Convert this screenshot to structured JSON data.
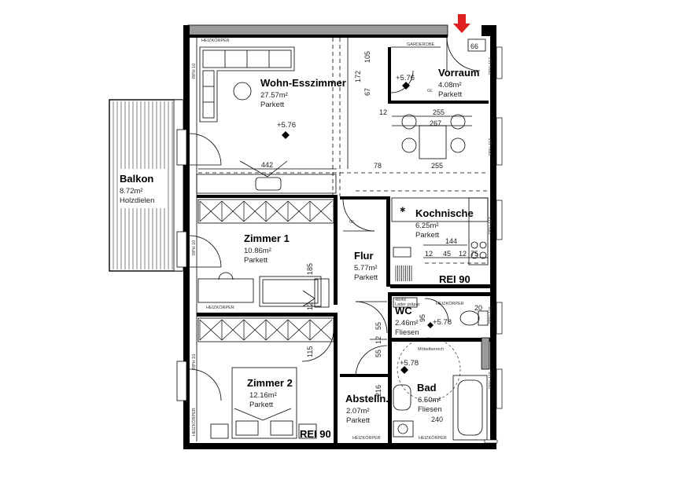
{
  "entrance_marker_color": "#e02020",
  "rooms": {
    "wohn": {
      "name": "Wohn-Esszimmer",
      "area": "27.57m²",
      "floor": "Parkett",
      "level": "+5.76"
    },
    "vorraum": {
      "name": "Vorraum",
      "area": "4.08m²",
      "floor": "Parkett",
      "level": "+5.76",
      "extra": "GARDEROBE",
      "gl": "GL"
    },
    "balkon": {
      "name": "Balkon",
      "area": "8.72m²",
      "floor": "Holzdielen"
    },
    "kochnische": {
      "name": "Kochnische",
      "area": "6.25m²",
      "floor": "Parkett"
    },
    "zimmer1": {
      "name": "Zimmer 1",
      "area": "10.86m²",
      "floor": "Parkett"
    },
    "flur": {
      "name": "Flur",
      "area": "5.77m²",
      "floor": "Parkett",
      "gl": "GL"
    },
    "wc": {
      "name": "WC",
      "area": "2.46m²",
      "floor": "Fliesen",
      "level": "+5.78"
    },
    "bad": {
      "name": "Bad",
      "area": "6.50m²",
      "floor": "Fliesen",
      "level": "+5.78",
      "moebel": "Möbelbereich"
    },
    "zimmer2": {
      "name": "Zimmer 2",
      "area": "12.16m²",
      "floor": "Parkett"
    },
    "abstell": {
      "name": "Abstelln.",
      "area": "2.07m²",
      "floor": "Parkett"
    }
  },
  "dimensions": {
    "d66": "66",
    "d172": "172",
    "d105": "105",
    "d67": "67",
    "d12a": "12",
    "d255a": "255",
    "d267": "267",
    "d442": "442",
    "d78": "78",
    "d255b": "255",
    "d144": "144",
    "d12b": "12",
    "d45": "45",
    "d12c": "12",
    "d75": "75",
    "d185": "185",
    "d12d": "12",
    "d115": "115",
    "d55a": "55",
    "d12e": "12",
    "d55b": "55",
    "d95": "95",
    "d216": "216",
    "d240": "240",
    "d20": "20"
  },
  "labels": {
    "rei_kueche": "REI 90",
    "rei_zimmer2": "REI 90",
    "heizkoerper": "HEIZKÖRPER",
    "heizkoerper_short": "HEIZKÖRPER",
    "loader": "Lader präpar",
    "loader_num": "48/48",
    "rph_right_1": "RPH 117",
    "rph_right_2": "RPH 117",
    "rph_right_3": "RPH 117",
    "rph_right_4": "RPH 115",
    "rph_right_5": "RPH 115",
    "rph_left_1": "RPH 10",
    "rph_left_2": "RPH 10",
    "rph_left_3": "RPH 10"
  }
}
